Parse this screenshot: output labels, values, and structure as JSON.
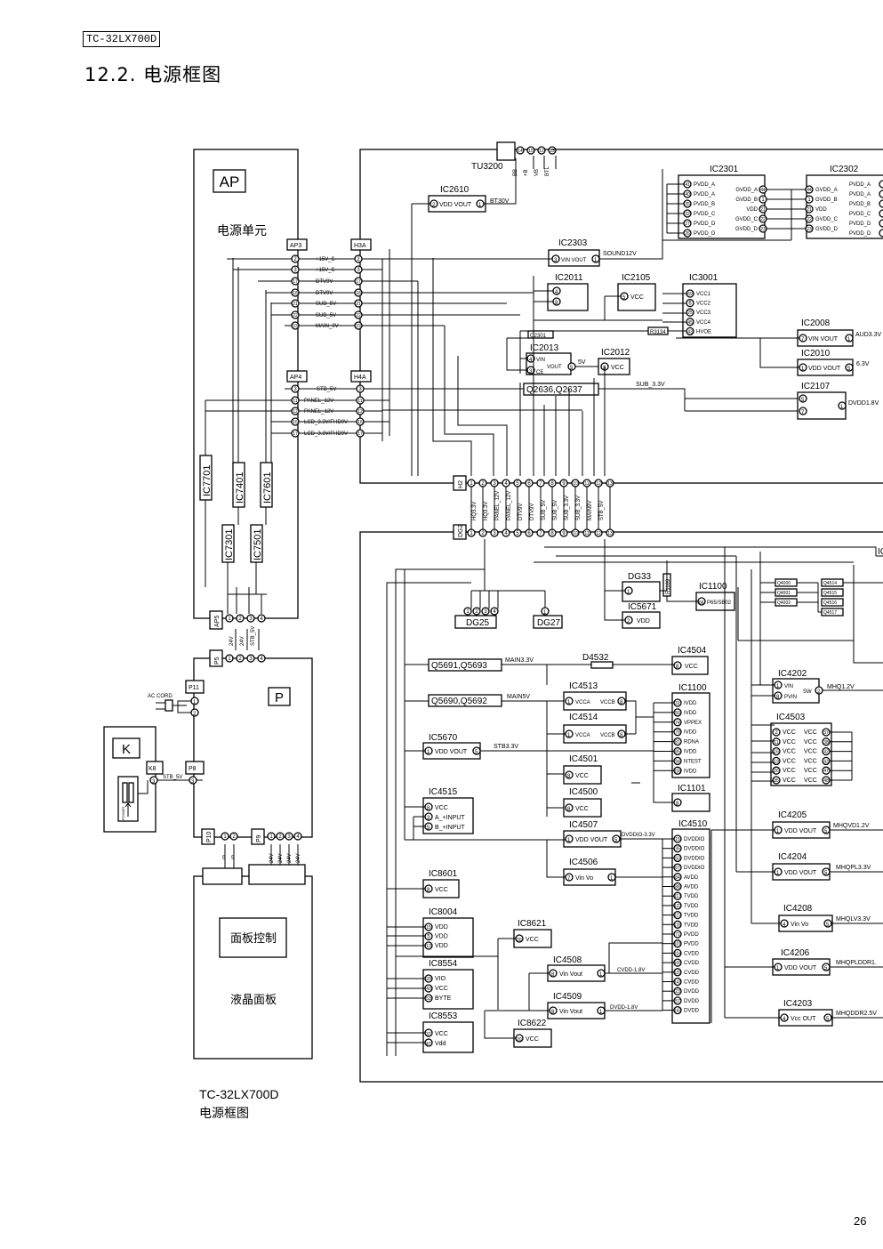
{
  "header": {
    "model": "TC-32LX700D",
    "title": "12.2.  电源框图"
  },
  "caption": {
    "line1": "TC-32LX700D",
    "line2": "电源框图"
  },
  "page_number": "26",
  "units": {
    "AP": "AP",
    "AP_sub": "电源单元",
    "P": "P",
    "K": "K",
    "panel_control": "面板控制",
    "lcd_panel": "液晶面板"
  },
  "connectors": {
    "AP3": "AP3",
    "AP4": "AP4",
    "AP5": "AP5",
    "H3A": "H3A",
    "H4A": "H4A",
    "H2": "H2",
    "DG2": "DG2",
    "P5": "P5",
    "P11": "P11",
    "P8": "P8",
    "K8": "K8",
    "P10": "P10",
    "P9": "P9",
    "TU3200": "TU3200"
  },
  "ap3_signals": [
    "+15V_S",
    "+15V_S",
    "DTV9V",
    "DTV9V",
    "SUB_5V",
    "SUB_5V",
    "MAIN_9V"
  ],
  "ap3_pins": [
    "2",
    "3",
    "17",
    "18",
    "21",
    "22",
    "23"
  ],
  "ap4_signals": [
    "STB_5V",
    "PANEL_12V",
    "PANEL_12V",
    "LCD_3.3V/FHD9V",
    "LCD_3.3V/FHD9V"
  ],
  "ap4_pins": [
    "3",
    "11",
    "12",
    "16",
    "17"
  ],
  "h2_signals": [
    "HQ3.3V",
    "HQ3.3V",
    "PANEL_12V",
    "PANEL_12V",
    "DTV9V",
    "DTV9V",
    "SUB_5V",
    "SUB_5V",
    "SUB_3.3V",
    "SUB_3.3V",
    "MAIN9V",
    "STB_5V"
  ],
  "p5_signals": [
    "24V",
    "24V",
    "STB_5V"
  ],
  "p9_signals": [
    "24V",
    "24V",
    "24V",
    "24V"
  ],
  "p10_signals": [
    "5",
    "5"
  ],
  "tu_pins": [
    "BB",
    "+B",
    "VB",
    "BTL"
  ],
  "ac_cord": "AC CORD",
  "k8_signal": "STB_5V",
  "power_switch": "POWER",
  "ics": {
    "IC7701": "IC7701",
    "IC7401": "IC7401",
    "IC7601": "IC7601",
    "IC7301": "IC7301",
    "IC7501": "IC7501",
    "IC2610": "IC2610",
    "IC2610_pins": "VDD VOUT",
    "BT30V": "BT30V",
    "IC2303": "IC2303",
    "IC2303_pins": "VIN  VOUT",
    "SOUND12V": "SOUND12V",
    "IC2011": "IC2011",
    "IC2105": "IC2105",
    "IC2105_pin": "VCC",
    "IC3001": "IC3001",
    "IC3001_pins": [
      "VCC1",
      "VCC2",
      "VCC3",
      "VCC4",
      "HVOE"
    ],
    "IC3001_nums": [
      "69",
      "6",
      "25",
      "45",
      "43"
    ],
    "R3134": "R3134",
    "Q2301": "Q2301",
    "IC2013": "IC2013",
    "IC2013_pins": [
      "VIN",
      "VOUT",
      "CE"
    ],
    "IC2013_5V": "5V",
    "IC2012": "IC2012",
    "IC2012_pin": "VCC",
    "Q2636": "Q2636,Q2637",
    "SUB_3_3V": "SUB_3.3V",
    "IC2301": "IC2301",
    "IC2301_left": [
      "PVDD_A",
      "PVDD_A",
      "PVDD_B",
      "PVDD_C",
      "PVDD_D",
      "PVDD_D"
    ],
    "IC2301_left_n": [
      "41",
      "40",
      "35",
      "32",
      "27",
      "26"
    ],
    "IC2301_right": [
      "GVDD_A",
      "GVDD_B",
      "VDD",
      "GVDD_C",
      "GVDD_D"
    ],
    "IC2301_right_n": [
      "44",
      "1",
      "21",
      "22",
      "23"
    ],
    "IC2302": "IC2302",
    "IC2302_left": [
      "GVDD_A",
      "GVDD_B",
      "VDD",
      "GVDD_C",
      "GVDD_D"
    ],
    "IC2302_right": [
      "PVDD_A",
      "PVDD_A",
      "PVDD_B",
      "PVDD_C",
      "PVDD_D",
      "PVDD_D"
    ],
    "IC2008": "IC2008",
    "IC2008_pins": "VIN  VOUT",
    "AUD3_3V": "AUD3.3V",
    "IC2010": "IC2010",
    "IC2010_pins": "VDD VOUT",
    "V6_3": "6.3V",
    "IC2107": "IC2107",
    "DVDD1_8V": "DVDD1.8V",
    "DG33": "DG33",
    "IC5671": "IC5671",
    "IC5671_pin": "VDD",
    "IC1100": "IC1100",
    "P65SB02": "P65/SB02",
    "R1169": "R1169",
    "Q4000": "Q4000",
    "Q4001": "Q4001",
    "Q4002": "Q4002",
    "Q4514": "Q4514",
    "Q4515": "Q4515",
    "Q4516": "Q4516",
    "Q4517": "Q4517",
    "DG25": "DG25",
    "DG27": "DG27",
    "IC4504": "IC4504",
    "IC4504_pin": "VCC",
    "D4532": "D4532",
    "Q5691": "Q5691,Q5693",
    "MAIN3_3V": "MAIN3.3V",
    "Q5690": "Q5690,Q5692",
    "MAIN5V": "MAIN5V",
    "IC4513": "IC4513",
    "IC4514": "IC4514",
    "VCCA": "VCCA",
    "VCCB": "VCCB",
    "IC1100b": "IC1100",
    "IC1100b_pins": [
      "IVDD",
      "IVDD",
      "VPPEX",
      "IVDD",
      "RDNA",
      "IVDD",
      "NTEST",
      "IVDD"
    ],
    "IC1100b_nums": [
      "31",
      "50",
      "74",
      "78",
      "81",
      "85",
      "94",
      "108"
    ],
    "IC5670": "IC5670",
    "IC5670_pins": "VDD VOUT",
    "STB3_3V": "STB3.3V",
    "IC4501": "IC4501",
    "IC4500": "IC4500",
    "VCC": "VCC",
    "IC1101": "IC1101",
    "IC4515": "IC4515",
    "IC4515_pins": [
      "VCC",
      "A_+INPUT",
      "B_+INPUT"
    ],
    "IC4507": "IC4507",
    "IC4507_pins": "VDD VOUT",
    "DVDDIO": "DVDDIO-3.3V",
    "IC4510": "IC4510",
    "IC4510_pins": [
      "DVDDIO",
      "DVDDIO",
      "DVDDIO",
      "DVDDIO",
      "AVDD",
      "AVDD",
      "TVDD",
      "TVDD",
      "TVDD",
      "TVDD",
      "PVDD",
      "PVDD",
      "CVDD",
      "CVDD",
      "CVDD",
      "CVDD",
      "DVDD",
      "DVDD",
      "DVDD"
    ],
    "IC4510_nums": [
      "15",
      "35",
      "50",
      "67",
      "84",
      "88",
      "113",
      "123",
      "127",
      "139",
      "71",
      "101",
      "104",
      "109",
      "129",
      "141",
      "23",
      "57",
      "142"
    ],
    "IC4506": "IC4506",
    "IC4506_pins": "Vin  Vo",
    "IC8601": "IC8601",
    "IC8004": "IC8004",
    "IC8004_pins": [
      "VDD",
      "VDD",
      "VDD"
    ],
    "IC8004_nums": [
      "15",
      "5",
      "13"
    ],
    "IC8621": "IC8621",
    "IC8554": "IC8554",
    "IC8554_pins": [
      "VIO",
      "VCC",
      "BYTE"
    ],
    "IC8554_nums": [
      "29",
      "43",
      "53"
    ],
    "IC4508": "IC4508",
    "CVDD1_8V": "CVDD-1.8V",
    "IC4509": "IC4509",
    "DVDD1_8Vb": "DVDD-1.8V",
    "IC8553": "IC8553",
    "IC8553_pins": [
      "VCC",
      "Vdd"
    ],
    "IC8553_nums": [
      "37",
      "47"
    ],
    "IC8622": "IC8622",
    "IC4202": "IC4202",
    "IC4202_pins": [
      "VIN",
      "PVIN"
    ],
    "SW": "SW",
    "MHQ1_2V": "MHQ1.2V",
    "IC4503": "IC4503",
    "IC4503_l": [
      "2",
      "11",
      "16",
      "19",
      "26",
      "35"
    ],
    "IC4503_r": [
      "37",
      "38",
      "42",
      "43",
      "47",
      "48"
    ],
    "IC4205": "IC4205",
    "MHQVD1_2V": "MHQVD1.2V",
    "IC4204": "IC4204",
    "MHQPL3_3V": "MHQPL3.3V",
    "IC4208": "IC4208",
    "MHQLV3_3V": "MHQLV3.3V",
    "IC4206": "IC4206",
    "MHQPLDDR": "MHQPLDDR1.",
    "IC4203": "IC4203",
    "MHQDDR2_5V": "MHQDDR2.5V",
    "VddVout": "VDD VOUT",
    "VinVout": "Vin   Vout",
    "VinVo": "Vin  Vo",
    "VccOut": "Vcc  OUT",
    "IC_edge": "IC"
  }
}
